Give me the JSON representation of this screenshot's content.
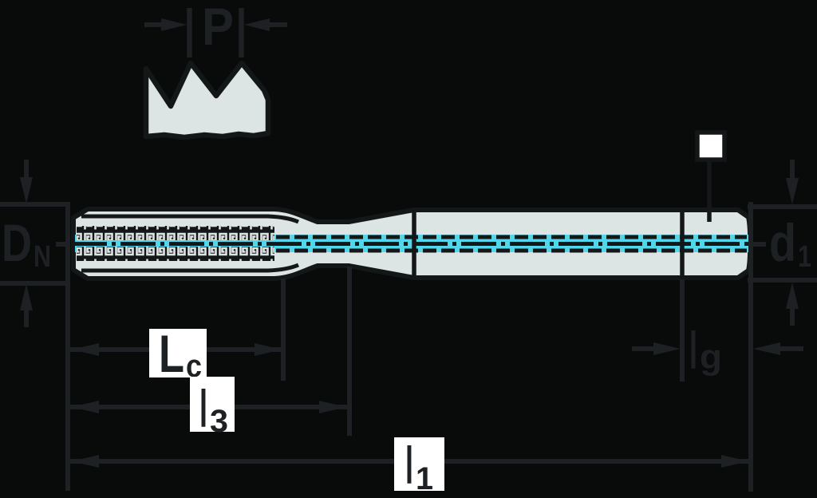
{
  "drawing": {
    "title": "tap-dimension-drawing",
    "labels": {
      "pitch": {
        "text": "P"
      },
      "nominal_diameter": {
        "main": "D",
        "sub": "N"
      },
      "shank_diameter": {
        "main": "d",
        "sub": "1"
      },
      "thread_length": {
        "main": "L",
        "sub": "c"
      },
      "length_to_neck": {
        "main": "l",
        "sub": "3"
      },
      "overall_length": {
        "main": "l",
        "sub": "1"
      },
      "square_length": {
        "main": "l",
        "sub": "g"
      }
    }
  },
  "colors": {
    "background": "#090b0b",
    "tool_fill": "#dde4e4",
    "tool_outline": "#141718",
    "dimension": "#1d2124",
    "coolant": "#52d6ea",
    "label_box": "#ffffff",
    "square_symbol_fill": "#ffffff"
  }
}
